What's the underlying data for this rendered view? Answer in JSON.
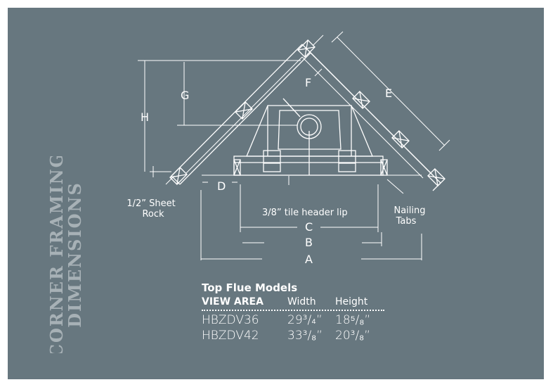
{
  "side_title": {
    "line1": "CORNER FRAMING",
    "line2": "DIMENSIONS"
  },
  "labels": {
    "E": "E",
    "F": "F",
    "G": "G",
    "H": "H",
    "D": "D",
    "C": "C",
    "B": "B",
    "A": "A",
    "sheet_rock_1": "1/2” Sheet",
    "sheet_rock_2": "Rock",
    "tile_lip": "3/8” tile header lip",
    "nailing_1": "Nailing",
    "nailing_2": "Tabs"
  },
  "table": {
    "title": "Top Flue Models",
    "headers": [
      "VIEW AREA",
      "Width",
      "Height"
    ],
    "rows": [
      [
        "HBZDV36",
        "29³/₄”",
        "18⁵/₈”"
      ],
      [
        "HBZDV42",
        "33³/₈”",
        "20³/₈”"
      ]
    ]
  },
  "colors": {
    "background": "#67777f",
    "line": "#ffffff",
    "title": "#a7b1b6"
  }
}
